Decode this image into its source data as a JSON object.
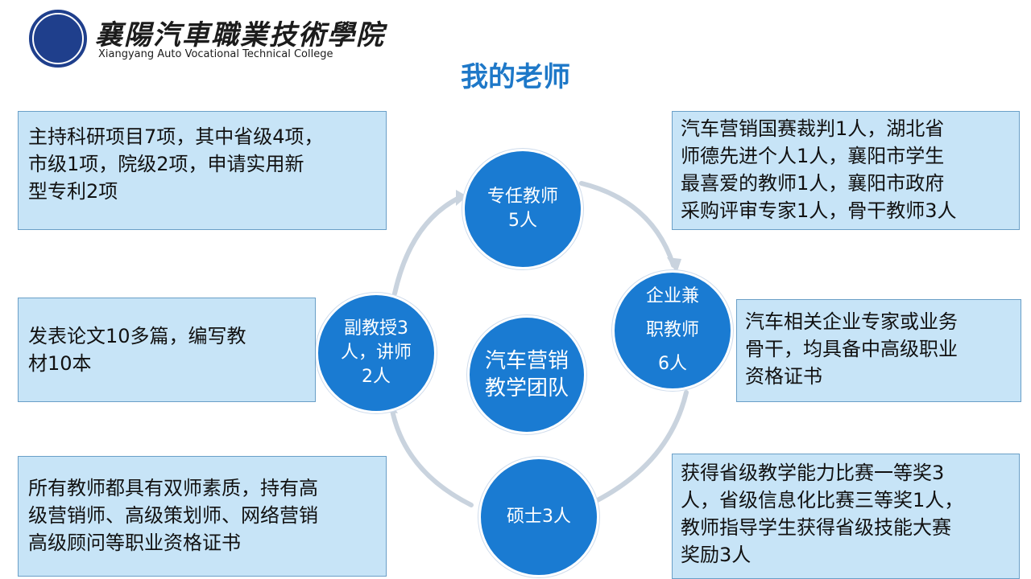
{
  "header": {
    "logo_cn": "襄陽汽車職業技術學院",
    "logo_en": "Xiangyang Auto Vocational Technical College",
    "title": "我的老师"
  },
  "circles": {
    "center": [
      "汽车营销",
      "教学团队"
    ],
    "top": [
      "专任教师",
      "5人"
    ],
    "left": [
      "副教授3",
      "人，讲师",
      "2人"
    ],
    "right": [
      "企业兼",
      "职教师",
      "6人"
    ],
    "bottom": [
      "硕士3人"
    ]
  },
  "boxes": {
    "top_left": [
      "主持科研项目7项，其中省级4项，",
      "市级1项，院级2项，申请实用新",
      "型专利2项"
    ],
    "mid_left": [
      "发表论文10多篇，编写教",
      "材10本"
    ],
    "bottom_left": [
      "所有教师都具有双师素质，持有高",
      "级营销师、高级策划师、网络营销",
      "高级顾问等职业资格证书"
    ],
    "top_right": [
      "汽车营销国赛裁判1人，湖北省",
      "师德先进个人1人，襄阳市学生",
      "最喜爱的教师1人，襄阳市政府",
      "采购评审专家1人，骨干教师3人"
    ],
    "mid_right": [
      "汽车相关企业专家或业务",
      "骨干，均具备中高级职业",
      "资格证书"
    ],
    "bottom_right": [
      "获得省级教学能力比赛一等奖3",
      "人，省级信息化比赛三等奖1人，",
      "教师指导学生获得省级技能大赛",
      "奖励3人"
    ]
  },
  "colors": {
    "circle": "#1a7bd2",
    "box_fill": "#c7e4f7",
    "title": "#1e78c8"
  }
}
